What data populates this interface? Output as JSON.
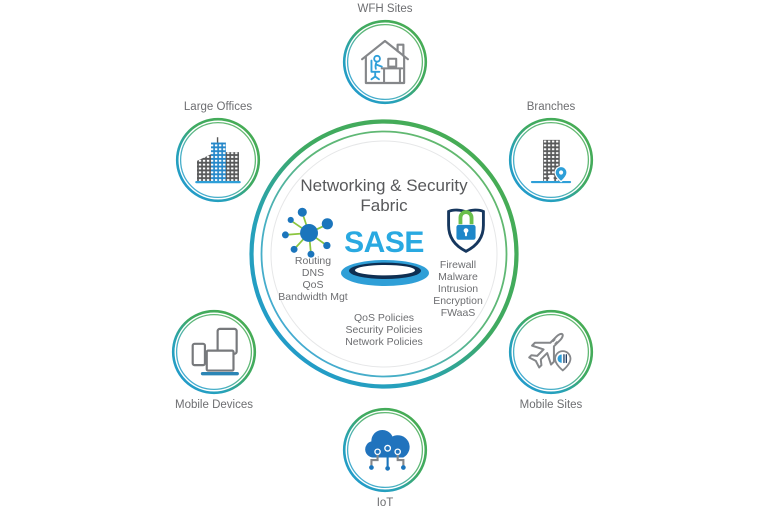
{
  "diagram": {
    "center": {
      "title_line1": "Networking & Security",
      "title_line2": "Fabric",
      "core_label": "SASE",
      "left_icon": "network-nodes-icon",
      "right_icon": "shield-lock-icon",
      "networking_functions": [
        "Routing",
        "DNS",
        "QoS",
        "Bandwidth Mgt"
      ],
      "security_functions": [
        "Firewall",
        "Malware",
        "Intrusion",
        "Encryption",
        "FWaaS"
      ],
      "policies": [
        "QoS Policies",
        "Security Policies",
        "Network Policies"
      ]
    },
    "satellites": [
      {
        "label": "WFH Sites",
        "icon": "home-office-icon"
      },
      {
        "label": "Large Offices",
        "icon": "office-buildings-icon"
      },
      {
        "label": "Branches",
        "icon": "branch-building-icon"
      },
      {
        "label": "Mobile Devices",
        "icon": "devices-icon"
      },
      {
        "label": "Mobile Sites",
        "icon": "airplane-location-icon"
      },
      {
        "label": "IoT",
        "icon": "iot-cloud-icon"
      }
    ],
    "colors": {
      "ring_green": "#4aad4f",
      "ring_blue": "#1f97d4",
      "sase_blue": "#29a9e1",
      "navy": "#0e2e51",
      "icon_blue": "#1b75bc",
      "icon_green": "#8cc63f",
      "lock_blue": "#1e87c9",
      "lock_green": "#6abf4b",
      "text_gray": "#6d6e71",
      "icon_gray": "#85878a",
      "building_gray": "#575859"
    }
  }
}
